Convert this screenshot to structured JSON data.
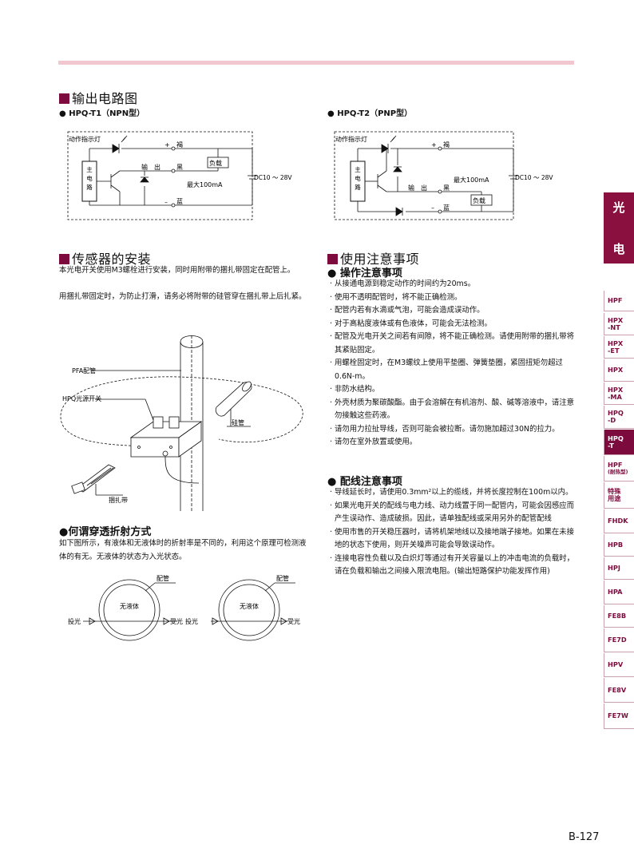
{
  "output": {
    "title": "输出电路图",
    "npn": {
      "heading": "HPQ-T1（NPN型）",
      "indicator": "动作指示灯",
      "main": [
        "主",
        "电",
        "路"
      ],
      "plus": "+",
      "minus": "–",
      "brown": "褐",
      "black": "黑",
      "blue": "蓝",
      "out": "输　出",
      "load": "负载",
      "max": "最大100mA",
      "dc": "DC10 ～ 28V"
    },
    "pnp": {
      "heading": "HPQ-T2（PNP型）",
      "indicator": "动作指示灯",
      "main": [
        "主",
        "电",
        "路"
      ],
      "plus": "+",
      "minus": "–",
      "brown": "褐",
      "black": "黑",
      "blue": "蓝",
      "out": "输　出",
      "load": "负载",
      "max": "最大100mA",
      "dc": "DC10 ～ 28V"
    }
  },
  "install": {
    "title": "传感器的安装",
    "p1": "本光电开关使用M3螺栓进行安装，同时用附带的捆扎带固定在配管上。",
    "p2": "用捆扎带固定时，为防止打滑，请务必将附带的硅管穿在捆扎带上后扎紧。",
    "labels": {
      "pfa": "PFA配管",
      "hpq": "HPQ光源开关",
      "silicone": "硅管",
      "strap": "捆扎带"
    }
  },
  "refraction": {
    "title": "何谓穿透折射方式",
    "text": "如下图所示，有液体和无液体时的折射率是不同的，利用这个原理可检测液体的有无。无液体的状态为入光状态。",
    "pipe": "配管",
    "no_liquid": "无液体",
    "emit": "投光",
    "recv": "受光"
  },
  "cautions": {
    "title": "使用注意事项",
    "op": {
      "heading": "操作注意事项",
      "items": [
        "从接通电源到稳定动作的时间约为20ms。",
        "使用不透明配管时，将不能正确检测。",
        "配管内若有水滴或气泡，可能会造成误动作。",
        "对于高粘度液体或有色液体，可能会无法检测。",
        "配管及光电开关之间若有间隙，将不能正确检测。请使用附带的捆扎带将其紧贴固定。",
        "用螺栓固定时，在M3螺纹上使用平垫圈、弹簧垫圈，紧固扭矩勿超过0.6N-m。",
        "非防水结构。",
        "外壳材质为聚碳酸酯。由于会溶解在有机溶剂、酸、碱等溶液中，请注意勿接触这些药液。",
        "请勿用力拉扯导线，否则可能会被拉断。请勿施加超过30N的拉力。",
        "请勿在室外放置或使用。"
      ]
    },
    "wiring": {
      "heading": "配线注意事项",
      "items": [
        "导线延长时，请使用0.3mm²以上的缆线，并将长度控制在100m以内。",
        "如果光电开关的配线与电力线、动力线置于同一配管内，可能会因感应而产生误动作、造成破损。因此，请单独配线或采用另外的配管配线",
        "使用市售的开关稳压器时，请将机架地线以及接地端子接地。如果在未接地的状态下使用，则开关噪声可能会导致误动作。",
        "连接电容性负载以及白炽灯等通过有开关容量以上的冲击电流的负载时，请在负载和输出之间接入限流电阻。(输出短路保护功能发挥作用)"
      ]
    }
  },
  "side_index": {
    "main": [
      "光",
      "电"
    ],
    "items": [
      [
        "HPF"
      ],
      [
        "HPX",
        "-NT"
      ],
      [
        "HPX",
        "-ET"
      ],
      [
        "HPX"
      ],
      [
        "HPX",
        "-MA"
      ],
      [
        "HPQ",
        "-D"
      ],
      [
        "HPQ",
        "-T"
      ],
      [
        "HPF",
        "(耐热型)"
      ],
      [
        "特殊",
        "用途"
      ],
      [
        "FHDK"
      ],
      [
        "HPB"
      ],
      [
        "HPJ"
      ],
      [
        "HPA"
      ],
      [
        "FE8B"
      ],
      [
        "FE7D"
      ],
      [
        "HPV"
      ],
      [
        "FE8V"
      ],
      [
        "FE7W"
      ]
    ],
    "active": 6
  },
  "page_number": "B-127",
  "colors": {
    "accent": "#7d0a3c",
    "topbar": "#f2c6cf"
  }
}
